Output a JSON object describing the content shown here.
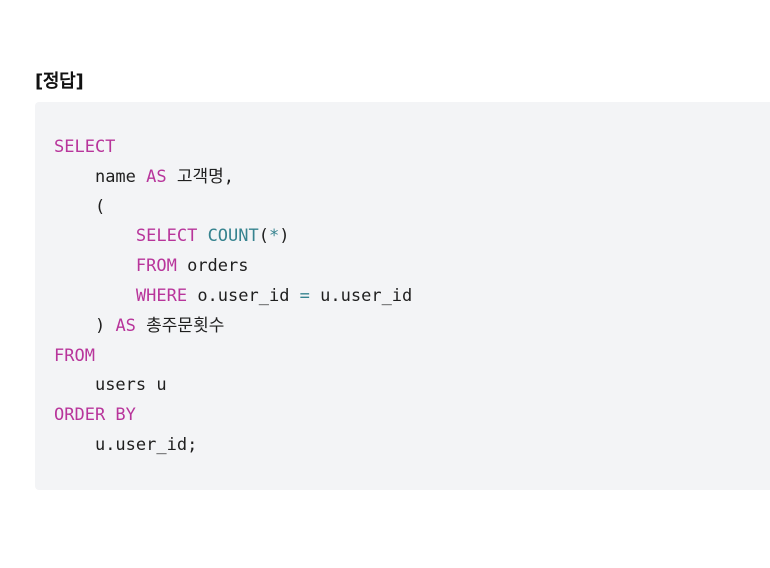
{
  "heading": "[정답]",
  "code": {
    "lines": [
      {
        "indent": "",
        "tokens": [
          {
            "t": "kw",
            "v": "SELECT"
          }
        ]
      },
      {
        "indent": "    ",
        "tokens": [
          {
            "t": "tx",
            "v": "name "
          },
          {
            "t": "kw",
            "v": "AS"
          },
          {
            "t": "tx",
            "v": " 고객명,"
          }
        ]
      },
      {
        "indent": "    ",
        "tokens": [
          {
            "t": "tx",
            "v": "("
          }
        ]
      },
      {
        "indent": "        ",
        "tokens": [
          {
            "t": "kw",
            "v": "SELECT"
          },
          {
            "t": "tx",
            "v": " "
          },
          {
            "t": "fn",
            "v": "COUNT"
          },
          {
            "t": "tx",
            "v": "("
          },
          {
            "t": "op",
            "v": "*"
          },
          {
            "t": "tx",
            "v": ")"
          }
        ]
      },
      {
        "indent": "        ",
        "tokens": [
          {
            "t": "kw",
            "v": "FROM"
          },
          {
            "t": "tx",
            "v": " orders"
          }
        ]
      },
      {
        "indent": "        ",
        "tokens": [
          {
            "t": "kw",
            "v": "WHERE"
          },
          {
            "t": "tx",
            "v": " o.user_id "
          },
          {
            "t": "op",
            "v": "="
          },
          {
            "t": "tx",
            "v": " u.user_id"
          }
        ]
      },
      {
        "indent": "    ",
        "tokens": [
          {
            "t": "tx",
            "v": ") "
          },
          {
            "t": "kw",
            "v": "AS"
          },
          {
            "t": "tx",
            "v": " 총주문횟수"
          }
        ]
      },
      {
        "indent": "",
        "tokens": [
          {
            "t": "kw",
            "v": "FROM"
          }
        ]
      },
      {
        "indent": "    ",
        "tokens": [
          {
            "t": "tx",
            "v": "users u"
          }
        ]
      },
      {
        "indent": "",
        "tokens": [
          {
            "t": "kw",
            "v": "ORDER BY"
          }
        ]
      },
      {
        "indent": "    ",
        "tokens": [
          {
            "t": "tx",
            "v": "u.user_id;"
          }
        ]
      }
    ]
  },
  "colors": {
    "keyword": "#b8359b",
    "function": "#36838f",
    "text": "#1f1f1f",
    "code_background": "#f3f4f6"
  }
}
